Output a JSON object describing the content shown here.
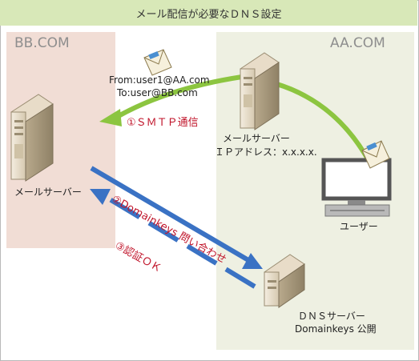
{
  "title": "メール配信が必要なＤＮＳ設定",
  "bb_domain": "BB.COM",
  "aa_domain": "AA.COM",
  "bb_server_label": "メールサーバー",
  "aa_server_label": "メールサーバー",
  "aa_server_ip": "ＩＰアドレス：x.x.x.x.",
  "user_label": "ユーザー",
  "dns_server_label": "ＤＮＳサーバー",
  "dns_server_sub": "Domainkeys 公開",
  "mail_from": "From:user1@AA.com",
  "mail_to": "To:user@BB.com",
  "step1": "①ＳＭＴＰ通信",
  "step2": "②Domainkeys 問い合わせ",
  "step3": "③認証ＯＫ",
  "colors": {
    "title_bg": "#d8e8b8",
    "bb_panel": "#f1ddd5",
    "aa_panel": "#eef0e2",
    "green_arrow": "#8cc540",
    "blue_arrow": "#3a72c4",
    "step_text": "#c0142a"
  }
}
